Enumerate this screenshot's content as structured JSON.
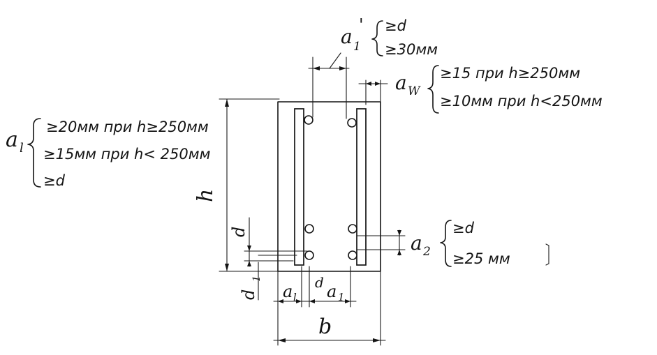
{
  "diagram": {
    "labels": {
      "a1_prime": "a",
      "a1_prime_sub": "1",
      "a1_prime_mark": "'",
      "aw": "a",
      "aw_sub": "W",
      "al": "a",
      "al_sub": "l",
      "h": "h",
      "d_left": "d",
      "d1": "d",
      "d1_sub": "1",
      "a_left_bottom": "a",
      "a_left_bottom_sub": "l",
      "d_bottom": "d",
      "a1_bottom": "a",
      "a1_bottom_sub": "1",
      "b": "b",
      "a2": "a",
      "a2_sub": "2"
    },
    "conditions": {
      "a1_prime": [
        "≥d",
        "≥30мм"
      ],
      "aw": [
        "≥15 при h≥250мм",
        "≥10мм при h<250мм"
      ],
      "al": [
        "≥20мм при h≥250мм",
        "≥15мм при h< 250мм",
        "≥d"
      ],
      "a2": [
        "≥d",
        "≥25 мм"
      ]
    }
  }
}
